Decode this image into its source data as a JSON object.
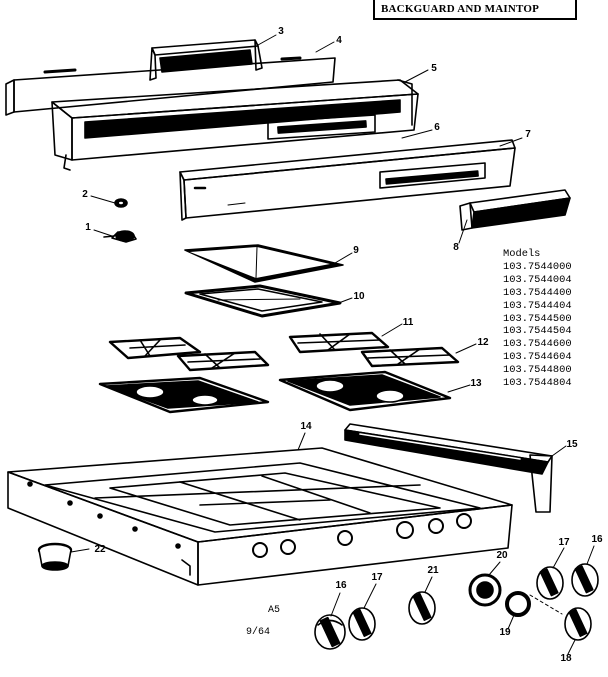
{
  "header": {
    "title": "BACKGUARD AND MAINTOP"
  },
  "callouts": [
    {
      "label": "1"
    },
    {
      "label": "2"
    },
    {
      "label": "3"
    },
    {
      "label": "4"
    },
    {
      "label": "5"
    },
    {
      "label": "6"
    },
    {
      "label": "7"
    },
    {
      "label": "8"
    },
    {
      "label": "9"
    },
    {
      "label": "10"
    },
    {
      "label": "11"
    },
    {
      "label": "12"
    },
    {
      "label": "13"
    },
    {
      "label": "14"
    },
    {
      "label": "15"
    },
    {
      "label": "16"
    },
    {
      "label": "16"
    },
    {
      "label": "17"
    },
    {
      "label": "17"
    },
    {
      "label": "18"
    },
    {
      "label": "19"
    },
    {
      "label": "20"
    },
    {
      "label": "21"
    },
    {
      "label": "22"
    }
  ],
  "models": {
    "heading": "Models",
    "numbers": [
      "103.7544000",
      "103.7544004",
      "103.7544400",
      "103.7544404",
      "103.7544500",
      "103.7544504",
      "103.7544600",
      "103.7544604",
      "103.7544800",
      "103.7544804"
    ]
  },
  "footer": {
    "code": "A5",
    "date": "9/64"
  }
}
